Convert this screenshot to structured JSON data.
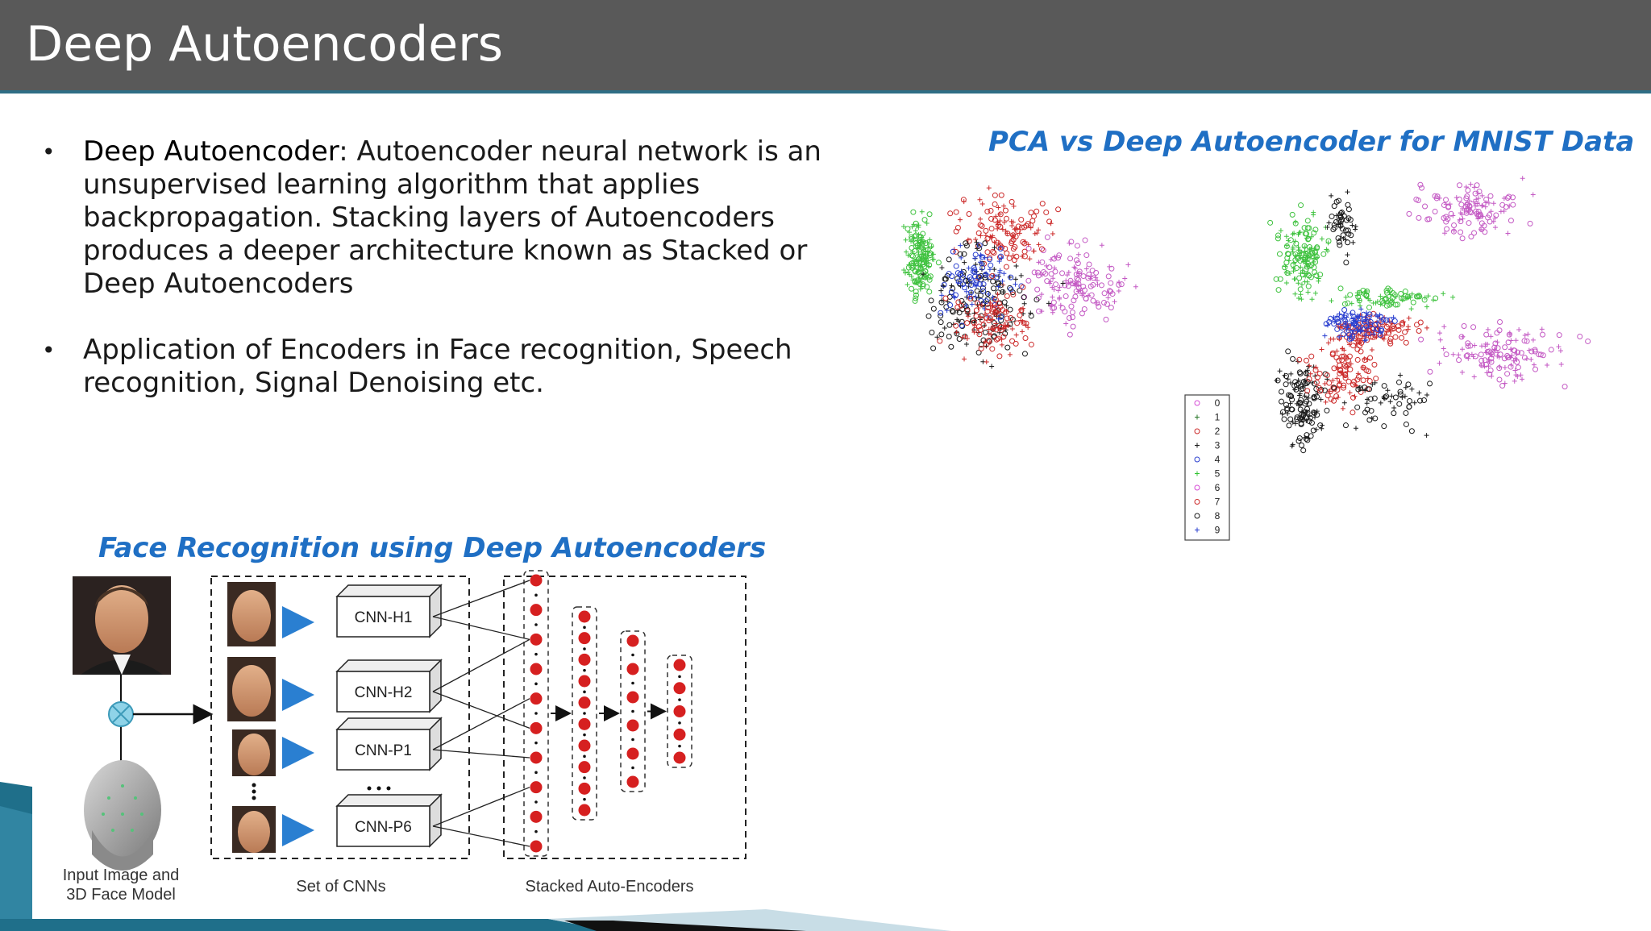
{
  "slide": {
    "title": "Deep Autoencoders"
  },
  "bullets": [
    {
      "term": "Deep Autoencoder",
      "text": ": Autoencoder neural network is an unsupervised learning algorithm that applies backpropagation. Stacking layers of Autoencoders produces a deeper architecture known as Stacked or Deep Autoencoders"
    },
    {
      "term": "",
      "text": "Application of Encoders in Face recognition, Speech recognition, Signal Denoising etc."
    }
  ],
  "mnist_figure": {
    "caption": "PCA vs Deep Autoencoder for MNIST Data",
    "legend": [
      "0",
      "1",
      "2",
      "3",
      "4",
      "5",
      "6",
      "7",
      "8",
      "9"
    ]
  },
  "face_figure": {
    "caption": "Face Recognition using Deep Autoencoders",
    "input_label_line1": "Input Image and",
    "input_label_line2": "3D Face Model",
    "cnn_labels": [
      "CNN-H1",
      "CNN-H2",
      "CNN-P1",
      "CNN-P6"
    ],
    "set_label": "Set of CNNs",
    "stacked_label": "Stacked Auto-Encoders"
  },
  "colors": {
    "title_bar": "#595959",
    "caption_blue": "#1f6fc4",
    "accent_teal": "#2f6e85",
    "node_red": "#d62020"
  }
}
